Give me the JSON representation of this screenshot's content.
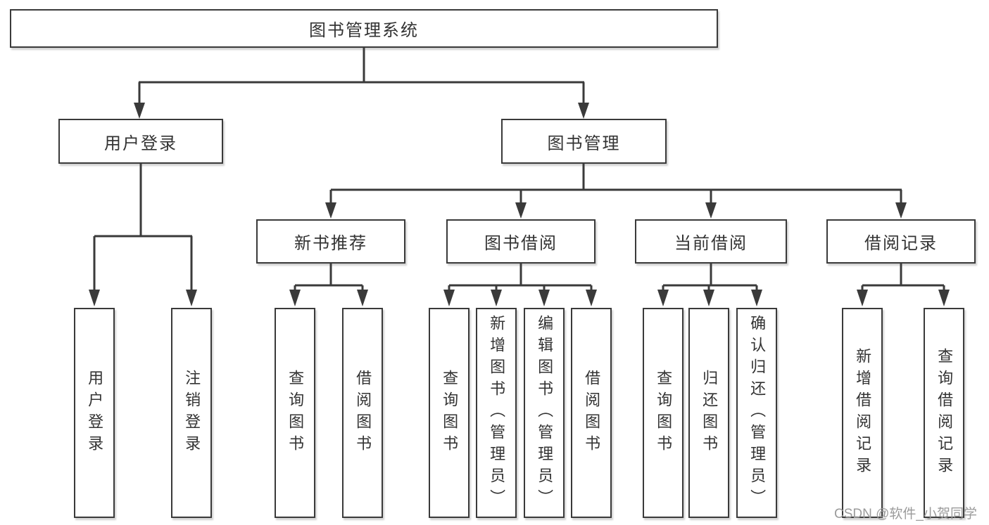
{
  "colors": {
    "line": "#3a3a3a",
    "text": "#333333",
    "watermark": "#9b9b9b",
    "background": "#ffffff"
  },
  "watermark": "CSDN @软件_小贺同学",
  "tree": {
    "label": "图书管理系统",
    "children": [
      {
        "label": "用户登录",
        "children": [
          {
            "label": "用户登录"
          },
          {
            "label": "注销登录"
          }
        ]
      },
      {
        "label": "图书管理",
        "children": [
          {
            "label": "新书推荐",
            "children": [
              {
                "label": "查询图书"
              },
              {
                "label": "借阅图书"
              }
            ]
          },
          {
            "label": "图书借阅",
            "children": [
              {
                "label": "查询图书"
              },
              {
                "label": "新增图书（管理员）"
              },
              {
                "label": "编辑图书（管理员）"
              },
              {
                "label": "借阅图书"
              }
            ]
          },
          {
            "label": "当前借阅",
            "children": [
              {
                "label": "查询图书"
              },
              {
                "label": "归还图书"
              },
              {
                "label": "确认归还（管理员）"
              }
            ]
          },
          {
            "label": "借阅记录",
            "children": [
              {
                "label": "新增借阅记录"
              },
              {
                "label": "查询借阅记录"
              }
            ]
          }
        ]
      }
    ]
  }
}
